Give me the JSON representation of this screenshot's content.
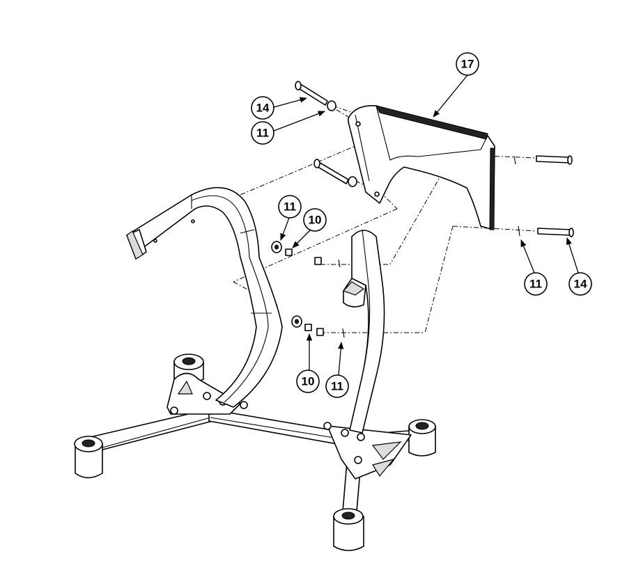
{
  "callouts": [
    {
      "id": "c17",
      "label": "17"
    },
    {
      "id": "c14a",
      "label": "14"
    },
    {
      "id": "c11a",
      "label": "11"
    },
    {
      "id": "c11b",
      "label": "11"
    },
    {
      "id": "c10a",
      "label": "10"
    },
    {
      "id": "c10b",
      "label": "10"
    },
    {
      "id": "c11c",
      "label": "11"
    },
    {
      "id": "c11d",
      "label": "11"
    },
    {
      "id": "c14b",
      "label": "14"
    }
  ]
}
